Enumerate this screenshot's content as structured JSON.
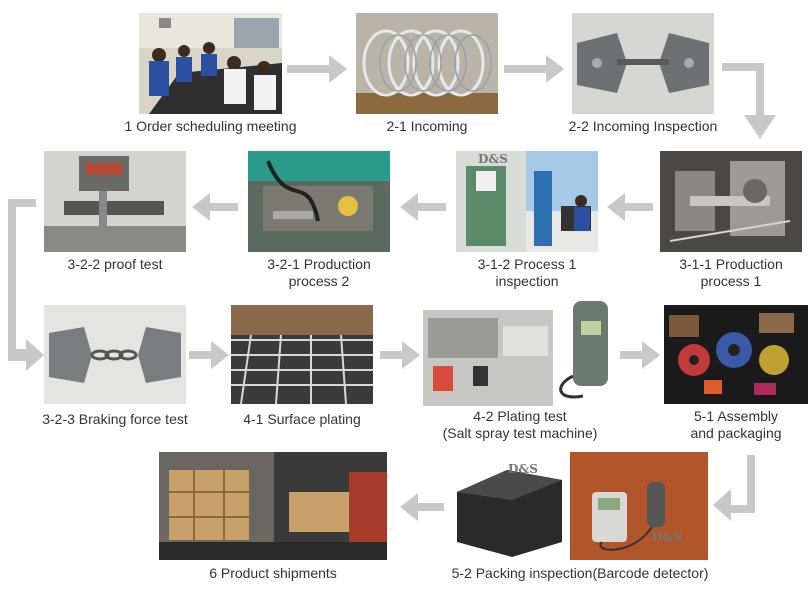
{
  "steps": {
    "s1": {
      "label": "1 Order scheduling meeting"
    },
    "s21": {
      "label": "2-1 Incoming"
    },
    "s22": {
      "label": "2-2 Incoming Inspection"
    },
    "s311": {
      "line1": "3-1-1 Production",
      "line2": "process 1"
    },
    "s312": {
      "line1": "3-1-2 Process 1",
      "line2": "inspection"
    },
    "s321": {
      "line1": "3-2-1 Production",
      "line2": "process 2"
    },
    "s322": {
      "label": "3-2-2 proof test"
    },
    "s323": {
      "label": "3-2-3 Braking force test"
    },
    "s41": {
      "label": "4-1 Surface plating"
    },
    "s42": {
      "line1": "4-2  Plating test",
      "line2": "(Salt spray test machine)"
    },
    "s51": {
      "line1": "5-1 Assembly",
      "line2": "and packaging"
    },
    "s52": {
      "label": "5-2 Packing inspection(Barcode detector)"
    },
    "s6": {
      "label": "6 Product shipments"
    }
  },
  "watermark": "D&S",
  "colors": {
    "arrow": "#c8c8c8",
    "text": "#333333"
  }
}
